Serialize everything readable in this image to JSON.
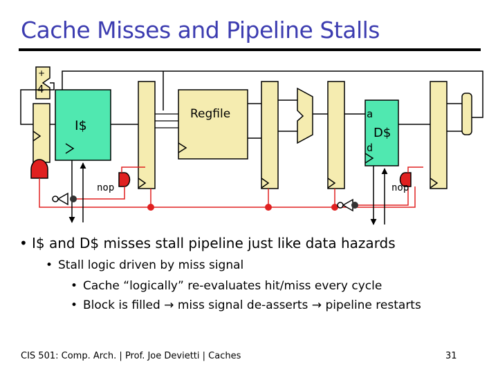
{
  "title": "Cache Misses and Pipeline Stalls",
  "diagram": {
    "adder_plus": "+",
    "adder_four": "4",
    "icache_label": "I$",
    "regfile_label": "Regfile",
    "dcache_label": "D$",
    "dcache_a": "a",
    "dcache_d": "d",
    "nop_left": "nop",
    "nop_right": "nop"
  },
  "bullets": {
    "b1": "I$ and D$ misses stall pipeline just like data hazards",
    "b2": "Stall logic driven by miss signal",
    "b3a": "Cache “logically” re-evaluates hit/miss every cycle",
    "b3b": "Block is filled → miss signal de-asserts → pipeline restarts"
  },
  "footer": "CIS 501: Comp. Arch.  |  Prof. Joe Devietti  |  Caches",
  "page_number": "31",
  "colors": {
    "title": "#3c3cb0",
    "component_fill": "#f5ecb0",
    "dcache_fill": "#50e8b0",
    "icache_fill": "#50e8b0",
    "stall_wire": "#e02020"
  }
}
